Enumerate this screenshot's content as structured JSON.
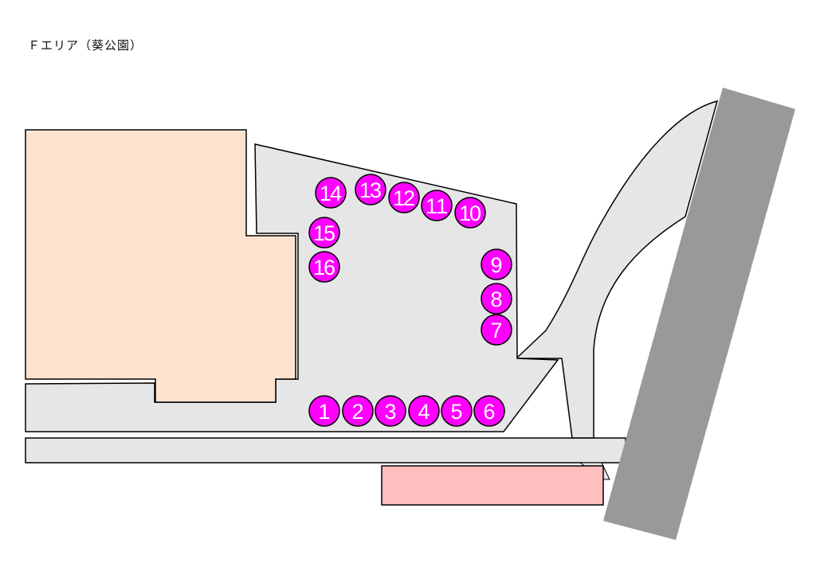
{
  "title": "Ｆエリア（葵公園）",
  "colors": {
    "booth": "#ff00ff",
    "building": "#fde3cf",
    "plaza": "#e6e6e6",
    "pink_block": "#ffbfbf",
    "band": "#999999"
  },
  "booths": [
    "1",
    "2",
    "3",
    "4",
    "5",
    "6",
    "7",
    "8",
    "9",
    "10",
    "11",
    "12",
    "13",
    "14",
    "15",
    "16"
  ]
}
